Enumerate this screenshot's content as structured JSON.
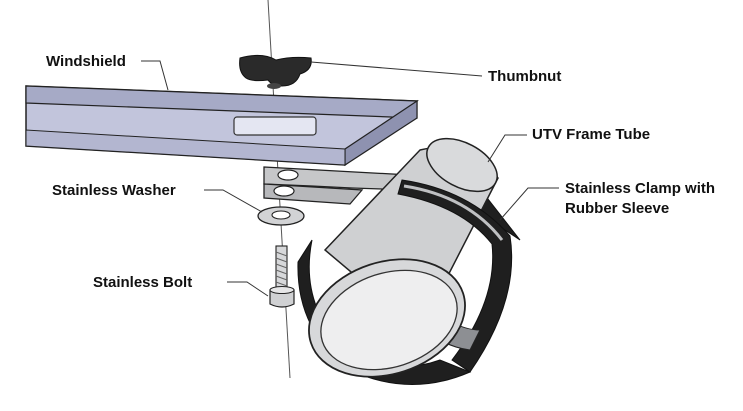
{
  "diagram": {
    "labels": {
      "windshield": "Windshield",
      "thumbnut": "Thumbnut",
      "frame_tube": "UTV Frame Tube",
      "washer": "Stainless Washer",
      "clamp_line1": "Stainless Clamp with",
      "clamp_line2": "Rubber Sleeve",
      "bolt": "Stainless Bolt"
    },
    "colors": {
      "panel_top": "#a9adc8",
      "panel_front": "#c3c6dc",
      "metal": "#cfd0d2",
      "metal_dark": "#9fa1a5",
      "rubber": "#222222",
      "tube_inner": "#e9e9ea",
      "line": "#333333"
    }
  }
}
